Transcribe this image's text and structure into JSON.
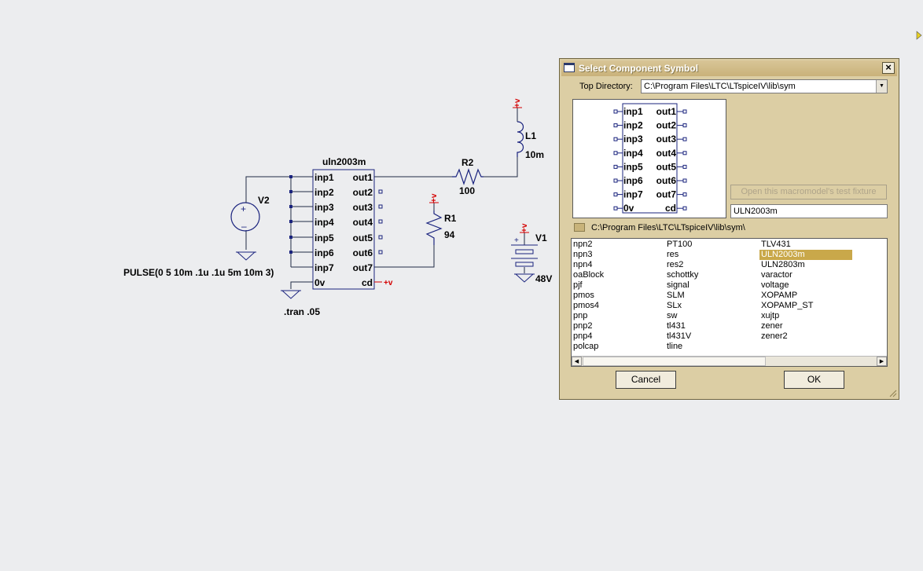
{
  "schematic": {
    "ic": {
      "name": "uln2003m",
      "left_pins": [
        "inp1",
        "inp2",
        "inp3",
        "inp4",
        "inp5",
        "inp6",
        "inp7",
        "0v"
      ],
      "right_pins": [
        "out1",
        "out2",
        "out3",
        "out4",
        "out5",
        "out6",
        "out7",
        "cd"
      ]
    },
    "v2": {
      "name": "V2",
      "value": "PULSE(0 5 10m .1u .1u 5m 10m 3)"
    },
    "r2": {
      "name": "R2",
      "value": "100"
    },
    "r1": {
      "name": "R1",
      "value": "94"
    },
    "l1": {
      "name": "L1",
      "value": "10m"
    },
    "v1": {
      "name": "V1",
      "value": "48V"
    },
    "supply_label": "+v",
    "directive": ".tran .05"
  },
  "dialog": {
    "title": "Select Component Symbol",
    "close_glyph": "×",
    "top_directory_label": "Top Directory:",
    "top_directory_value": "C:\\Program Files\\LTC\\LTspiceIV\\lib\\sym",
    "preview_left_pins": [
      "inp1",
      "inp2",
      "inp3",
      "inp4",
      "inp5",
      "inp6",
      "inp7",
      "0v"
    ],
    "preview_right_pins": [
      "out1",
      "out2",
      "out3",
      "out4",
      "out5",
      "out6",
      "out7",
      "cd"
    ],
    "test_fixture_button": "Open this macromodel's test fixture",
    "component_name": "ULN2003m",
    "current_path": "C:\\Program Files\\LTC\\LTspiceIV\\lib\\sym\\",
    "list_col1": [
      "npn2",
      "npn3",
      "npn4",
      "oaBlock",
      "pjf",
      "pmos",
      "pmos4",
      "pnp",
      "pnp2",
      "pnp4",
      "polcap"
    ],
    "list_col2": [
      "PT100",
      "res",
      "res2",
      "schottky",
      "signal",
      "SLM",
      "SLx",
      "sw",
      "tl431",
      "tl431V",
      "tline"
    ],
    "list_col3": [
      "TLV431",
      "ULN2003m",
      "ULN2803m",
      "varactor",
      "voltage",
      "XOPAMP",
      "XOPAMP_ST",
      "xujtp",
      "zener",
      "zener2"
    ],
    "selected_item": "ULN2003m",
    "cancel_button": "Cancel",
    "ok_button": "OK"
  }
}
